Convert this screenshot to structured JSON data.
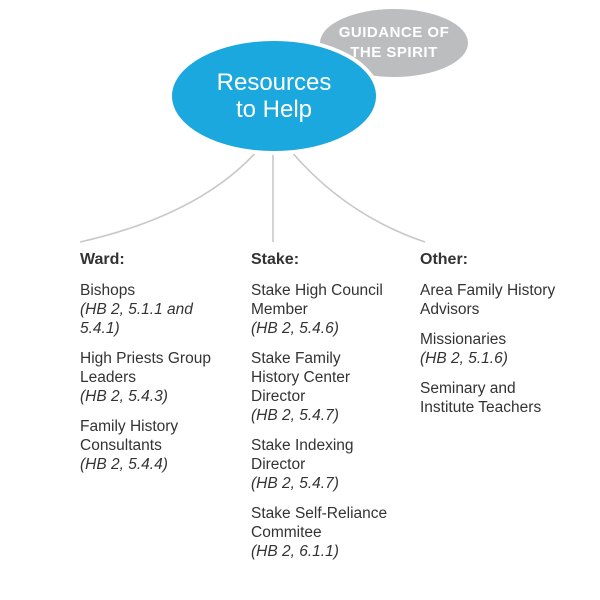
{
  "bubbles": {
    "guidance": "GUIDANCE OF THE SPIRIT",
    "resources": "Resources to Help"
  },
  "colors": {
    "resources_bubble": "#1ba8de",
    "guidance_bubble": "#bcbdbf",
    "text": "#333333",
    "connector": "#c8c8c8"
  },
  "columns": {
    "ward": {
      "heading": "Ward:",
      "entries": [
        {
          "name": "Bishops",
          "ref": "(HB 2, 5.1.1 and 5.4.1)"
        },
        {
          "name": "High Priests Group Leaders",
          "ref": "(HB 2, 5.4.3)"
        },
        {
          "name": "Family History Consultants",
          "ref": "(HB 2, 5.4.4)"
        }
      ]
    },
    "stake": {
      "heading": "Stake:",
      "entries": [
        {
          "name": "Stake High Council Member",
          "ref": "(HB 2, 5.4.6)"
        },
        {
          "name": "Stake Family History Center Director",
          "ref": "(HB 2, 5.4.7)"
        },
        {
          "name": "Stake Indexing Director",
          "ref": "(HB 2, 5.4.7)"
        },
        {
          "name": "Stake Self-Reliance Commitee",
          "ref": "(HB 2, 6.1.1)"
        }
      ]
    },
    "other": {
      "heading": "Other:",
      "entries": [
        {
          "name": "Area Family History Advisors",
          "ref": ""
        },
        {
          "name": "Missionaries",
          "ref": "(HB 2, 5.1.6)"
        },
        {
          "name": "Seminary and Institute Teachers",
          "ref": ""
        }
      ]
    }
  }
}
